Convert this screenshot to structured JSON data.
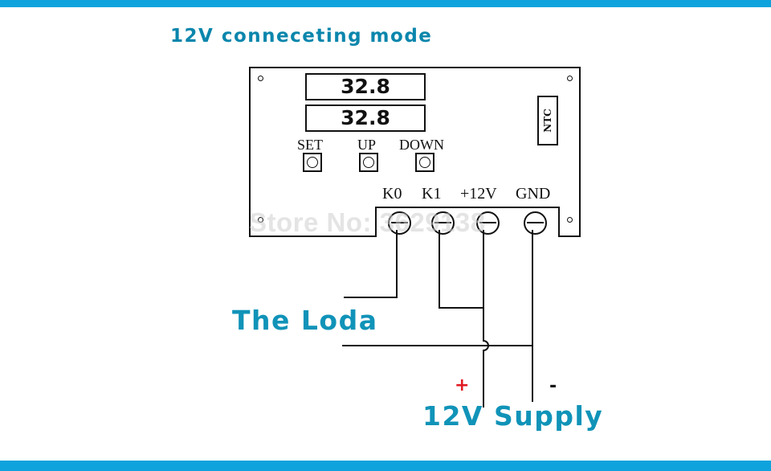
{
  "title": "12V conneceting mode",
  "board": {
    "display_top": "32.8",
    "display_bottom": "32.8",
    "ntc_label": "NTC",
    "buttons": [
      {
        "label": "SET"
      },
      {
        "label": "UP"
      },
      {
        "label": "DOWN"
      }
    ],
    "terminals": [
      {
        "label": "K0"
      },
      {
        "label": "K1"
      },
      {
        "label": "+12V"
      },
      {
        "label": "GND"
      }
    ]
  },
  "watermark": "Store No: 3629138",
  "load_label": "The Loda",
  "supply": {
    "label": "12V Supply",
    "plus_sign": "+",
    "minus_sign": "-"
  },
  "colors": {
    "band": "#0fa3dd",
    "heading": "#0b86ac",
    "label": "#1093b8",
    "plus": "#e01b24"
  }
}
